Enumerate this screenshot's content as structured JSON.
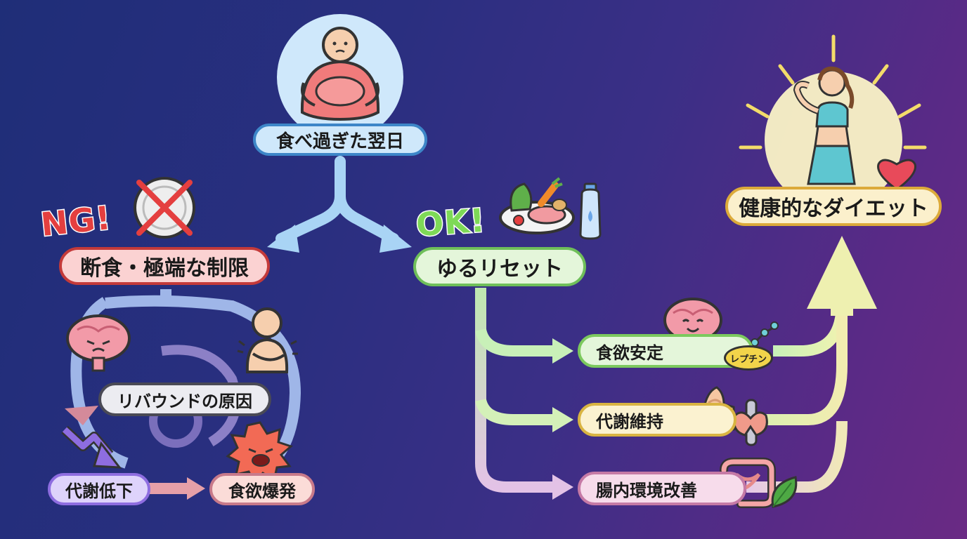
{
  "top": {
    "label": "食べ過ぎた翌日"
  },
  "ng": {
    "badge": "NG!",
    "label": "断食・極端な制限"
  },
  "ok": {
    "badge": "OK!",
    "label": "ゆるリセット"
  },
  "goal": {
    "label": "健康的なダイエット"
  },
  "cycle": {
    "center": "リバウンドの原因",
    "low": "代謝低下",
    "burst": "食欲爆発"
  },
  "benefits": [
    {
      "label": "食欲安定",
      "tag": "レプチン"
    },
    {
      "label": "代謝維持"
    },
    {
      "label": "腸内環境改善"
    }
  ],
  "colors": {
    "ng": "#e43f3f",
    "ok": "#7ed957",
    "accent_blue": "#a9d4f5",
    "goal": "#f3e9a8"
  },
  "icons": [
    "overeaten-person-icon",
    "crossed-plate-icon",
    "angry-brain-icon",
    "hungry-person-icon",
    "down-zigzag-arrow-icon",
    "angry-burst-icon",
    "healthy-food-icon",
    "water-bottle-icon",
    "happy-brain-icon",
    "muscle-arm-icon",
    "thyroid-icon",
    "intestine-icon",
    "leaf-icon",
    "fit-woman-icon",
    "heart-icon"
  ]
}
